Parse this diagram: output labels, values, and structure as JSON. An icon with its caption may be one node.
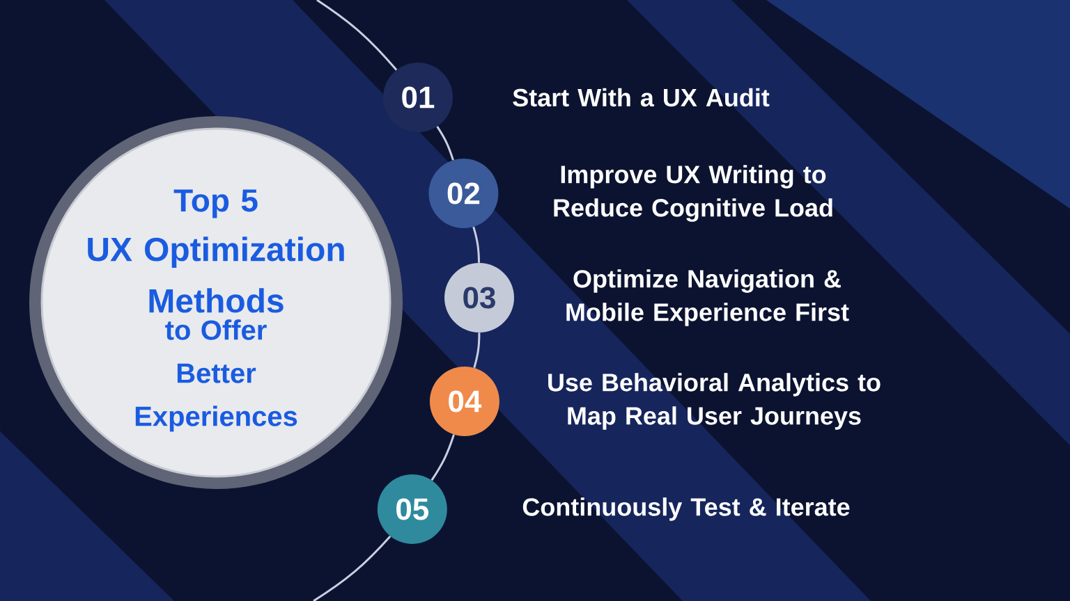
{
  "diagram": {
    "nodes": [
      {
        "text": [
          "Top 5",
          "UX Optimization Methods",
          "to Offer Better Experiences"
        ]
      },
      {
        "text": [
          "01"
        ],
        "beside": [
          "Start With a UX Audit"
        ]
      },
      {
        "text": [
          "02"
        ],
        "beside": [
          "Improve UX Writing to Reduce Cognitive Load"
        ]
      },
      {
        "text": [
          "03"
        ],
        "beside": [
          "Optimize Navigation & Mobile Experience First"
        ]
      },
      {
        "text": [
          "04"
        ],
        "beside": [
          "Use Behavioral Analytics to Map Real User Journeys"
        ]
      },
      {
        "text": [
          "05"
        ],
        "beside": [
          "Continuously Test & Iterate"
        ]
      }
    ],
    "edges": [
      {
        "from": null,
        "to": 1,
        "arrow": "none"
      },
      {
        "from": 1,
        "to": 2,
        "arrow": "none"
      },
      {
        "from": 2,
        "to": 3,
        "arrow": "none"
      },
      {
        "from": 3,
        "to": 4,
        "arrow": "none"
      },
      {
        "from": 4,
        "to": 5,
        "arrow": "none"
      },
      {
        "from": 5,
        "to": null,
        "arrow": "none"
      }
    ]
  }
}
